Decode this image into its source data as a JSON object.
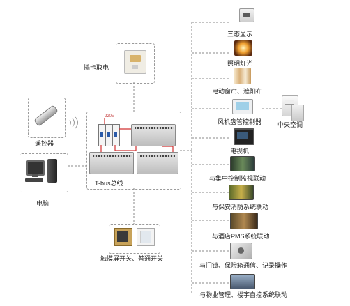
{
  "hub": {
    "label": "T-bus总线",
    "voltage_label": "220V"
  },
  "left_devices": {
    "card_switch": "插卡取电",
    "remote": "遥控器",
    "computer": "电脑",
    "touch_panel": "触摸屏开关、普通开关"
  },
  "right_items": [
    {
      "label": "三态显示",
      "icon": "status-display-icon"
    },
    {
      "label": "照明灯光",
      "icon": "light-bulb-icon"
    },
    {
      "label": "电动窗帘、遮阳布",
      "icon": "curtain-icon"
    },
    {
      "label": "风机盘管控制器",
      "icon": "thermostat-icon"
    },
    {
      "label": "电视机",
      "icon": "tv-icon"
    },
    {
      "label": "与集中控制监视联动",
      "icon": "monitoring-icon"
    },
    {
      "label": "与保安消防系统联动",
      "icon": "security-icon"
    },
    {
      "label": "与酒店PMS系统联动",
      "icon": "pms-icon"
    },
    {
      "label": "与门锁、保险箱通信、记录操作",
      "icon": "door-lock-icon"
    },
    {
      "label": "与物业管理、楼宇自控系统联动",
      "icon": "building-icon"
    }
  ],
  "central_ac": {
    "label": "中央空调",
    "icon": "ac-unit-icon"
  },
  "colors": {
    "line": "#777777",
    "wire_red": "#d03030",
    "module": "#c8c8c8"
  }
}
